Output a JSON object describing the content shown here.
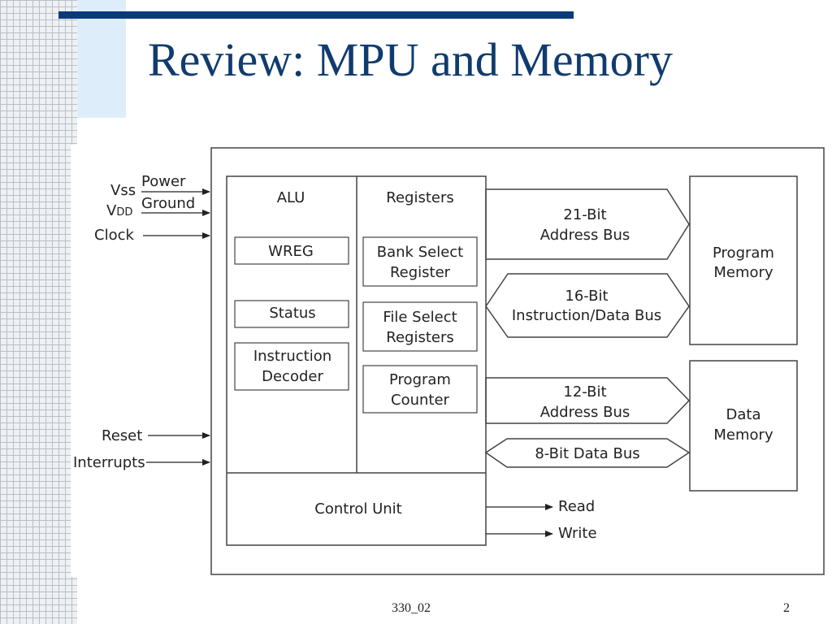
{
  "slide": {
    "title": "Review:  MPU and Memory",
    "footer_text": "330_02",
    "page_number": "2"
  },
  "diagram": {
    "inputs": {
      "vss": "Vss",
      "vdd_prefix": "V",
      "vdd_sub": "DD",
      "power": "Power",
      "ground": "Ground",
      "clock": "Clock",
      "reset": "Reset",
      "interrupts": "Interrupts"
    },
    "alu": {
      "header": "ALU",
      "wreg": "WREG",
      "status": "Status",
      "decoder_line1": "Instruction",
      "decoder_line2": "Decoder"
    },
    "registers": {
      "header": "Registers",
      "bank_line1": "Bank Select",
      "bank_line2": "Register",
      "file_line1": "File Select",
      "file_line2": "Registers",
      "pc_line1": "Program",
      "pc_line2": "Counter"
    },
    "control_unit": "Control Unit",
    "buses": {
      "addr21_line1": "21-Bit",
      "addr21_line2": "Address Bus",
      "instr16_line1": "16-Bit",
      "instr16_line2": "Instruction/Data Bus",
      "addr12_line1": "12-Bit",
      "addr12_line2": "Address Bus",
      "data8": "8-Bit Data Bus"
    },
    "memories": {
      "program_line1": "Program",
      "program_line2": "Memory",
      "data_line1": "Data",
      "data_line2": "Memory"
    },
    "outputs": {
      "read": "Read",
      "write": "Write"
    }
  }
}
